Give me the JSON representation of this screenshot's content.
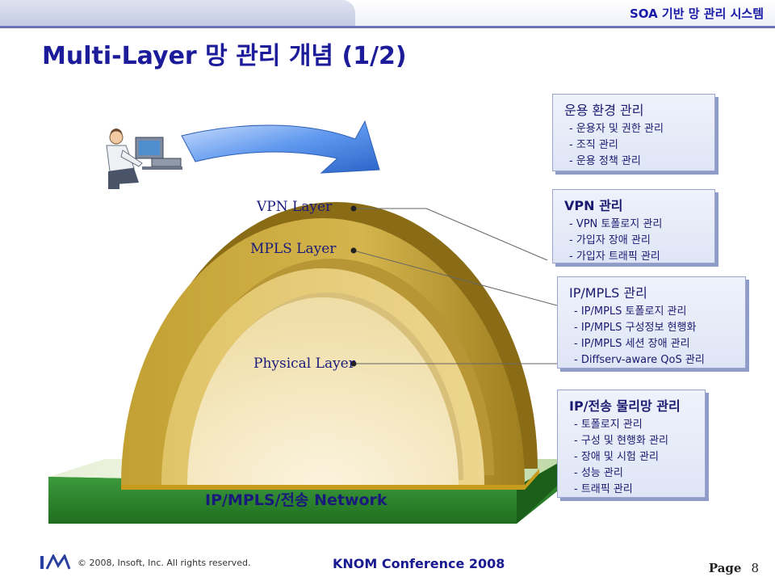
{
  "header": {
    "system_title": "SOA 기반 망 관리 시스템",
    "page_title": "Multi-Layer 망 관리 개념 (1/2)"
  },
  "diagram": {
    "layers": {
      "vpn": "VPN Layer",
      "mpls": "MPLS Layer",
      "physical": "Physical Layer",
      "network": "IP/MPLS/전송 Network"
    },
    "boxes": {
      "operations": {
        "title": "운용 환경 관리",
        "items": [
          "- 운용자 및 권한 관리",
          "- 조직 관리",
          "- 운용 정책 관리"
        ]
      },
      "vpn": {
        "title": "VPN 관리",
        "items": [
          "- VPN 토폴로지 관리",
          "- 가입자 장애 관리",
          "- 가입자 트래픽 관리"
        ]
      },
      "ipmpls": {
        "title": "IP/MPLS 관리",
        "items": [
          "- IP/MPLS 토폴로지 관리",
          "- IP/MPLS 구성정보 현행화",
          "- IP/MPLS 세션 장애 관리",
          "- Diffserv-aware QoS 관리"
        ]
      },
      "transport": {
        "title": "IP/전송 물리망 관리",
        "items": [
          "- 토폴로지 관리",
          "- 구성 및 현행화 관리",
          "- 장애 및 시험 관리",
          "- 성능 관리",
          "- 트래픽 관리"
        ]
      }
    },
    "colors": {
      "outer_dome": "#c9a83c",
      "middle_dome": "#e3c772",
      "inner_dome": "#f6e7bf",
      "base_green": "#2e8b2e",
      "arrow_blue": "#3d7de0",
      "box_fill": "#e6ebf8",
      "title_blue": "#1c1c9a"
    }
  },
  "footer": {
    "copyright": "© 2008, Insoft, Inc. All rights reserved.",
    "conference": "KNOM Conference 2008",
    "page_label": "Page",
    "page_number": "8"
  }
}
